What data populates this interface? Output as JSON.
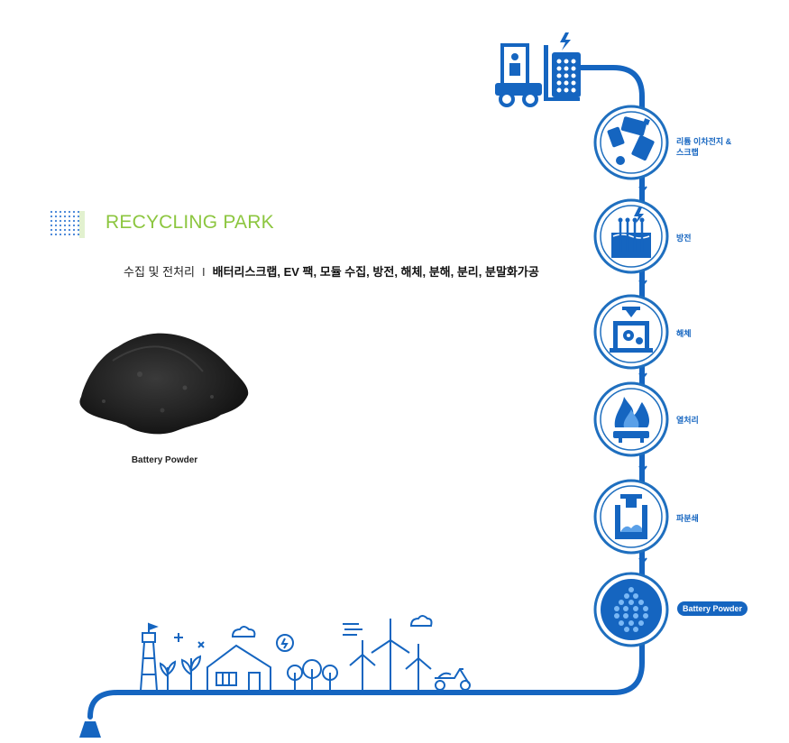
{
  "section": {
    "title": "RECYCLING PARK",
    "category": "수집 및 전처리",
    "separator": "I",
    "processes": "배터리스크랩, EV 팩, 모듈 수집, 방전, 해체, 분해, 분리, 분말화가공"
  },
  "product": {
    "label": "Battery Powder"
  },
  "steps": [
    {
      "label": "리튬 이차전지 &",
      "label2": "스크랩",
      "icon": "battery-scrap-icon"
    },
    {
      "label": "방전",
      "icon": "discharge-icon"
    },
    {
      "label": "해체",
      "icon": "dismantle-icon"
    },
    {
      "label": "열처리",
      "icon": "heat-treatment-icon"
    },
    {
      "label": "파분쇄",
      "icon": "crushing-icon"
    },
    {
      "label": "Battery Powder",
      "icon": "battery-powder-icon"
    }
  ],
  "colors": {
    "accent_green": "#8cc63f",
    "flow_blue": "#1565c0",
    "circle_border": "#1f6fbf"
  }
}
